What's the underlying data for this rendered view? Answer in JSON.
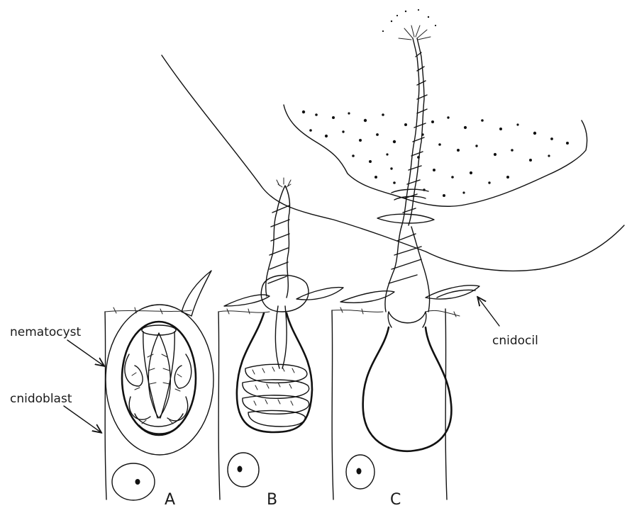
{
  "labels": {
    "nematocyst": "nematocyst",
    "cnidoblast": "cnidoblast",
    "cnidocil": "cnidocil"
  },
  "stages": [
    "A",
    "B",
    "C"
  ]
}
